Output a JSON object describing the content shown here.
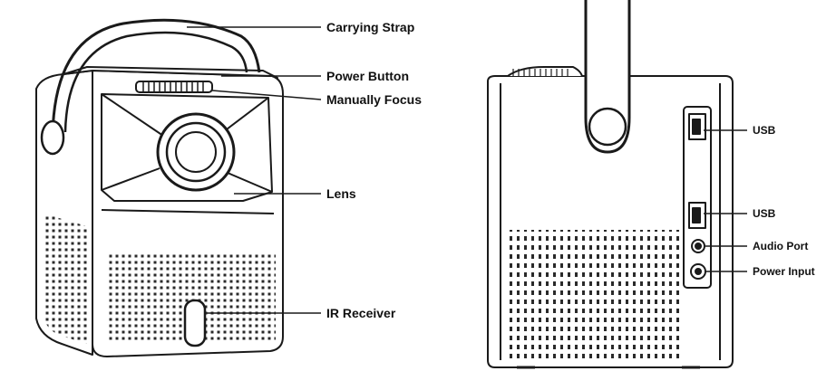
{
  "front_view": {
    "labels": {
      "carrying_strap": "Carrying Strap",
      "power_button": "Power Button",
      "manual_focus": "Manually Focus",
      "lens": "Lens",
      "ir_receiver": "IR Receiver"
    }
  },
  "back_view": {
    "labels": {
      "usb_top": "USB",
      "usb_bottom": "USB",
      "audio_port": "Audio Port",
      "power_input": "Power Input"
    }
  },
  "colors": {
    "line": "#1a1a1a",
    "dots": "#2a2a2a",
    "background": "#ffffff"
  }
}
